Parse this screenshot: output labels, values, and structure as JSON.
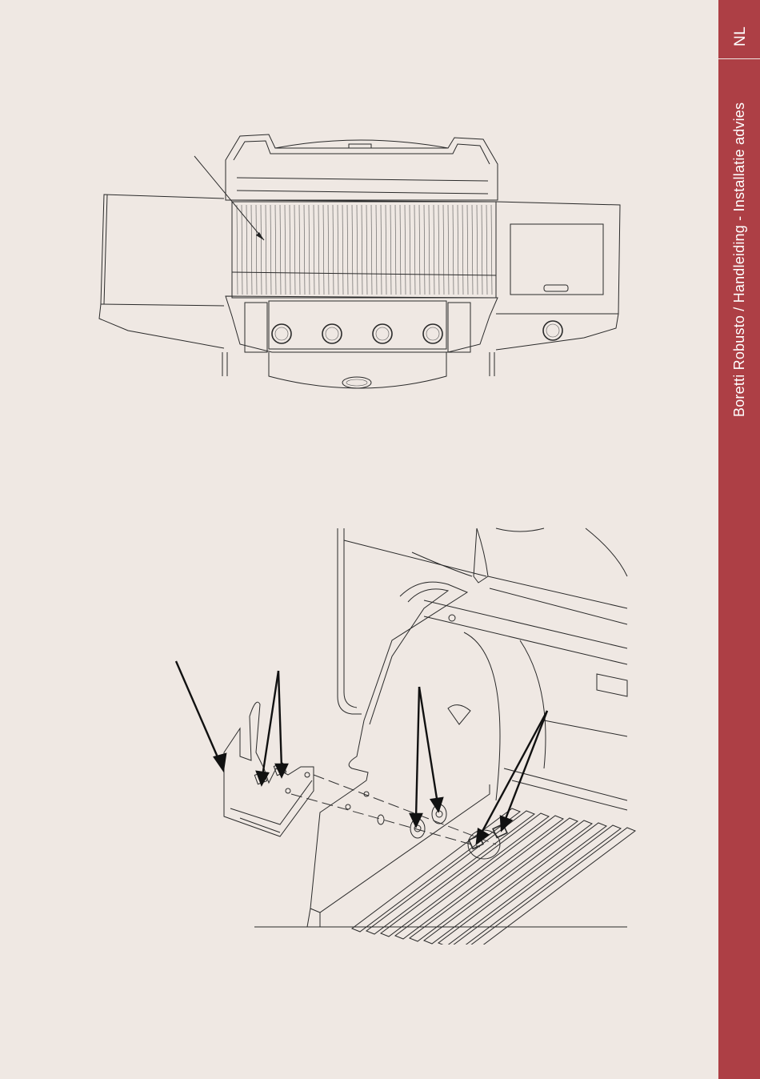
{
  "page": {
    "language_code": "NL",
    "document_title": "Boretti Robusto / Handleiding - Installatie advies"
  },
  "colors": {
    "accent": "#ad3f45",
    "background": "#efe8e3"
  },
  "figures": [
    {
      "id": "grill-top-view",
      "description_icon": "barbecue-grill-line-drawing"
    },
    {
      "id": "rotisserie-bracket-detail",
      "description_icon": "bracket-mounting-exploded-drawing"
    }
  ]
}
